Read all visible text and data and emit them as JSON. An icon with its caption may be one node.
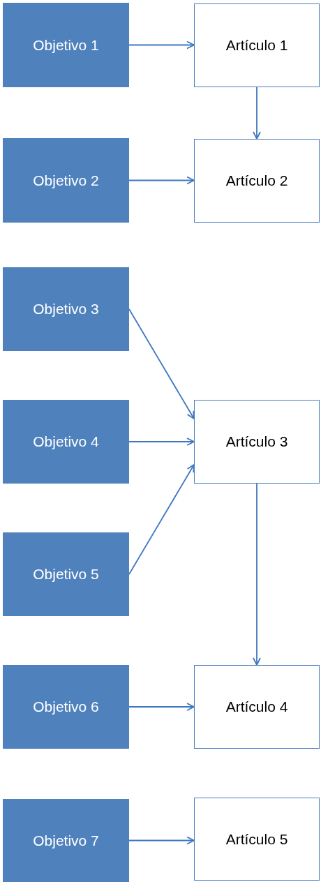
{
  "diagram": {
    "nodes": [
      {
        "text": [
          "Objetivo 1"
        ]
      },
      {
        "text": [
          "Artículo 1"
        ]
      },
      {
        "text": [
          "Objetivo 2"
        ]
      },
      {
        "text": [
          "Artículo 2"
        ]
      },
      {
        "text": [
          "Objetivo 3"
        ]
      },
      {
        "text": [
          "Objetivo 4"
        ]
      },
      {
        "text": [
          "Artículo 3"
        ]
      },
      {
        "text": [
          "Objetivo 5"
        ]
      },
      {
        "text": [
          "Objetivo 6"
        ]
      },
      {
        "text": [
          "Artículo 4"
        ]
      },
      {
        "text": [
          "Objetivo 7"
        ]
      },
      {
        "text": [
          "Artículo 5"
        ]
      }
    ],
    "edges": [
      {
        "from": 0,
        "to": 1,
        "arrow": "to"
      },
      {
        "from": 1,
        "to": 3,
        "arrow": "to"
      },
      {
        "from": 2,
        "to": 3,
        "arrow": "to"
      },
      {
        "from": 4,
        "to": 6,
        "arrow": "to"
      },
      {
        "from": 5,
        "to": 6,
        "arrow": "to"
      },
      {
        "from": 7,
        "to": 6,
        "arrow": "to"
      },
      {
        "from": 6,
        "to": 9,
        "arrow": "to"
      },
      {
        "from": 8,
        "to": 9,
        "arrow": "to"
      },
      {
        "from": 10,
        "to": 11,
        "arrow": "to"
      }
    ]
  }
}
